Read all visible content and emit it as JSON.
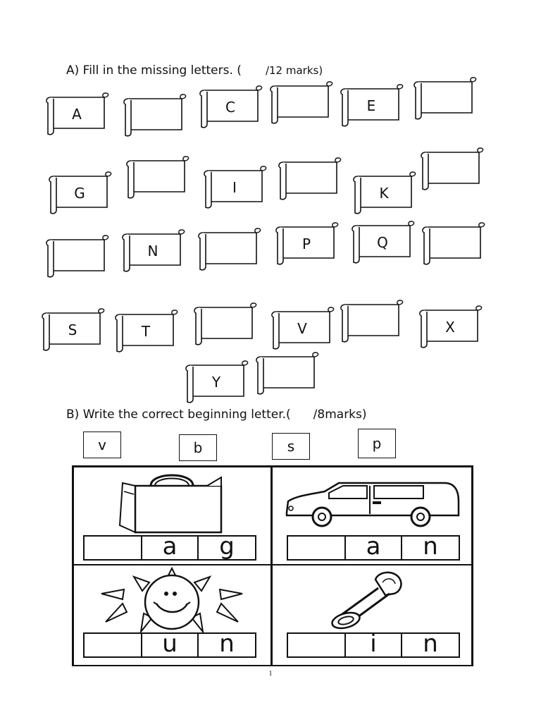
{
  "section_a": {
    "heading_prefix": "A) Fill in the missing letters. (",
    "heading_suffix": "/12 marks)",
    "scrolls": [
      {
        "letter": "A"
      },
      {
        "letter": ""
      },
      {
        "letter": "C"
      },
      {
        "letter": ""
      },
      {
        "letter": "E"
      },
      {
        "letter": ""
      },
      {
        "letter": "G"
      },
      {
        "letter": ""
      },
      {
        "letter": "I"
      },
      {
        "letter": ""
      },
      {
        "letter": "K"
      },
      {
        "letter": ""
      },
      {
        "letter": ""
      },
      {
        "letter": "N"
      },
      {
        "letter": ""
      },
      {
        "letter": "P"
      },
      {
        "letter": "Q"
      },
      {
        "letter": ""
      },
      {
        "letter": "S"
      },
      {
        "letter": "T"
      },
      {
        "letter": ""
      },
      {
        "letter": "V"
      },
      {
        "letter": ""
      },
      {
        "letter": "X"
      },
      {
        "letter": "Y"
      },
      {
        "letter": ""
      }
    ]
  },
  "section_b": {
    "heading_prefix": "B)",
    "heading_text": "Write the correct beginning letter.(",
    "heading_suffix": "/8marks)",
    "options": [
      "v",
      "b",
      "s",
      "p"
    ],
    "items": [
      {
        "picture": "bag-picture",
        "letters": [
          "a",
          "g"
        ]
      },
      {
        "picture": "van-picture",
        "letters": [
          "a",
          "n"
        ]
      },
      {
        "picture": "sun-picture",
        "letters": [
          "u",
          "n"
        ]
      },
      {
        "picture": "safety-pin-picture",
        "letters": [
          "i",
          "n"
        ]
      }
    ]
  },
  "footer": {
    "page_number": "1"
  }
}
